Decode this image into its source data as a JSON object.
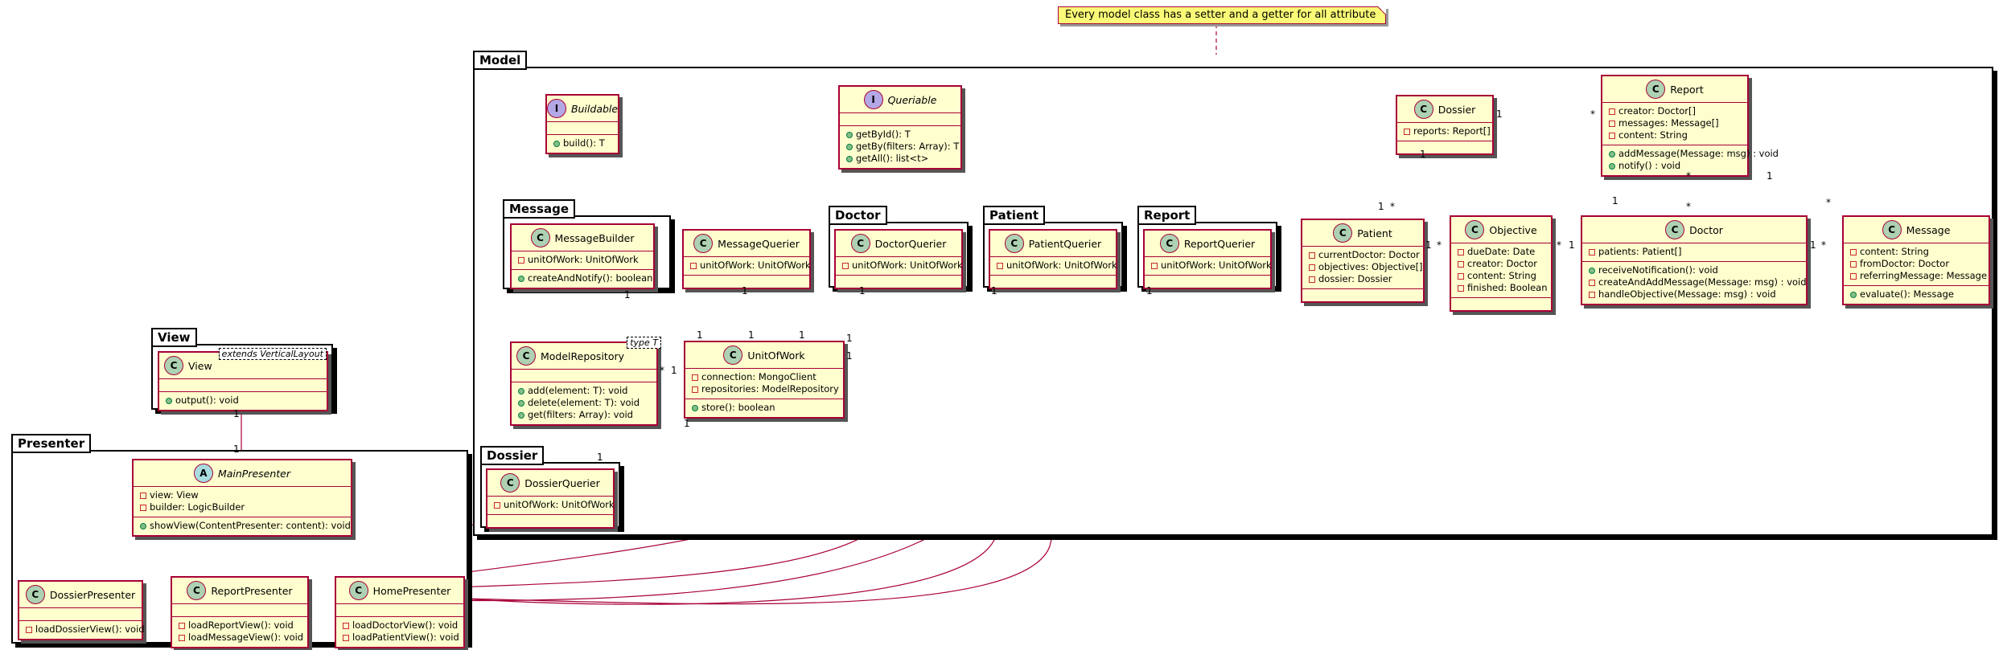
{
  "note": "Every model class has a setter and a getter for all attribute",
  "packages": {
    "model": "Model",
    "message": "Message",
    "doctor": "Doctor",
    "patient": "Patient",
    "report": "Report",
    "dossier": "Dossier",
    "view": "View",
    "presenter": "Presenter"
  },
  "classes": {
    "buildable": {
      "stereotype": "I",
      "name": "Buildable",
      "attributes": [],
      "methods": [
        {
          "vis": "public",
          "text": "build(): T"
        }
      ]
    },
    "queriable": {
      "stereotype": "I",
      "name": "Queriable",
      "attributes": [],
      "methods": [
        {
          "vis": "public",
          "text": "getById(): T"
        },
        {
          "vis": "public",
          "text": "getBy(filters: Array): T"
        },
        {
          "vis": "public",
          "text": "getAll(): list<t>"
        }
      ]
    },
    "messageBuilder": {
      "stereotype": "C",
      "name": "MessageBuilder",
      "attributes": [
        {
          "vis": "private",
          "text": "unitOfWork: UnitOfWork"
        }
      ],
      "methods": [
        {
          "vis": "public",
          "text": "createAndNotify(): boolean"
        }
      ]
    },
    "messageQuerier": {
      "stereotype": "C",
      "name": "MessageQuerier",
      "attributes": [
        {
          "vis": "private",
          "text": "unitOfWork: UnitOfWork"
        }
      ],
      "methods": []
    },
    "doctorQuerier": {
      "stereotype": "C",
      "name": "DoctorQuerier",
      "attributes": [
        {
          "vis": "private",
          "text": "unitOfWork: UnitOfWork"
        }
      ],
      "methods": []
    },
    "patientQuerier": {
      "stereotype": "C",
      "name": "PatientQuerier",
      "attributes": [
        {
          "vis": "private",
          "text": "unitOfWork: UnitOfWork"
        }
      ],
      "methods": []
    },
    "reportQuerier": {
      "stereotype": "C",
      "name": "ReportQuerier",
      "attributes": [
        {
          "vis": "private",
          "text": "unitOfWork: UnitOfWork"
        }
      ],
      "methods": []
    },
    "modelRepository": {
      "stereotype": "C",
      "name": "ModelRepository",
      "type_param": "type T",
      "attributes": [],
      "methods": [
        {
          "vis": "public",
          "text": "add(element: T): void"
        },
        {
          "vis": "public",
          "text": "delete(element: T): void"
        },
        {
          "vis": "public",
          "text": "get(filters: Array): void"
        }
      ]
    },
    "unitOfWork": {
      "stereotype": "C",
      "name": "UnitOfWork",
      "attributes": [
        {
          "vis": "private",
          "text": "connection: MongoClient"
        },
        {
          "vis": "private",
          "text": "repositories: ModelRepository"
        }
      ],
      "methods": [
        {
          "vis": "public",
          "text": "store(): boolean"
        }
      ]
    },
    "dossierQuerier": {
      "stereotype": "C",
      "name": "DossierQuerier",
      "attributes": [
        {
          "vis": "private",
          "text": "unitOfWork: UnitOfWork"
        }
      ],
      "methods": []
    },
    "dossier": {
      "stereotype": "C",
      "name": "Dossier",
      "attributes": [
        {
          "vis": "private",
          "text": "reports: Report[]"
        }
      ],
      "methods": []
    },
    "report": {
      "stereotype": "C",
      "name": "Report",
      "attributes": [
        {
          "vis": "private",
          "text": "creator: Doctor[]"
        },
        {
          "vis": "private",
          "text": "messages: Message[]"
        },
        {
          "vis": "private",
          "text": "content: String"
        }
      ],
      "methods": [
        {
          "vis": "public",
          "text": "addMessage(Message: msg) : void"
        },
        {
          "vis": "public",
          "text": "notify() : void"
        }
      ]
    },
    "patient": {
      "stereotype": "C",
      "name": "Patient",
      "attributes": [
        {
          "vis": "private",
          "text": "currentDoctor: Doctor"
        },
        {
          "vis": "private",
          "text": "objectives: Objective[]"
        },
        {
          "vis": "private",
          "text": "dossier: Dossier"
        }
      ],
      "methods": []
    },
    "objective": {
      "stereotype": "C",
      "name": "Objective",
      "attributes": [
        {
          "vis": "private",
          "text": "dueDate: Date"
        },
        {
          "vis": "private",
          "text": "creator: Doctor"
        },
        {
          "vis": "private",
          "text": "content: String"
        },
        {
          "vis": "private",
          "text": "finished: Boolean"
        }
      ],
      "methods": []
    },
    "doctor": {
      "stereotype": "C",
      "name": "Doctor",
      "attributes": [
        {
          "vis": "private",
          "text": "patients: Patient[]"
        }
      ],
      "methods": [
        {
          "vis": "public",
          "text": "receiveNotification(): void"
        },
        {
          "vis": "private",
          "text": "createAndAddMessage(Message: msg) : void"
        },
        {
          "vis": "private",
          "text": "handleObjective(Message: msg) : void"
        }
      ]
    },
    "message": {
      "stereotype": "C",
      "name": "Message",
      "attributes": [
        {
          "vis": "private",
          "text": "content: String"
        },
        {
          "vis": "private",
          "text": "fromDoctor: Doctor"
        },
        {
          "vis": "private",
          "text": "referringMessage: Message"
        }
      ],
      "methods": [
        {
          "vis": "public",
          "text": "evaluate(): Message"
        }
      ]
    },
    "view": {
      "stereotype": "C",
      "name": "View",
      "type_param": "extends VerticalLayout",
      "attributes": [],
      "methods": [
        {
          "vis": "public",
          "text": "output(): void"
        }
      ]
    },
    "mainPresenter": {
      "stereotype": "A",
      "name": "MainPresenter",
      "attributes": [
        {
          "vis": "private",
          "text": "view: View"
        },
        {
          "vis": "private",
          "text": "builder: LogicBuilder"
        }
      ],
      "methods": [
        {
          "vis": "public",
          "text": "showView(ContentPresenter: content): void"
        }
      ]
    },
    "dossierPresenter": {
      "stereotype": "C",
      "name": "DossierPresenter",
      "attributes": [],
      "methods": [
        {
          "vis": "private",
          "text": "loadDossierView(): void"
        }
      ]
    },
    "reportPresenter": {
      "stereotype": "C",
      "name": "ReportPresenter",
      "attributes": [],
      "methods": [
        {
          "vis": "private",
          "text": "loadReportView(): void"
        },
        {
          "vis": "private",
          "text": "loadMessageView(): void"
        }
      ]
    },
    "homePresenter": {
      "stereotype": "C",
      "name": "HomePresenter",
      "attributes": [],
      "methods": [
        {
          "vis": "private",
          "text": "loadDoctorView(): void"
        },
        {
          "vis": "private",
          "text": "loadPatientView(): void"
        }
      ]
    }
  },
  "multiplicities": {
    "one": "1",
    "many": "*"
  }
}
